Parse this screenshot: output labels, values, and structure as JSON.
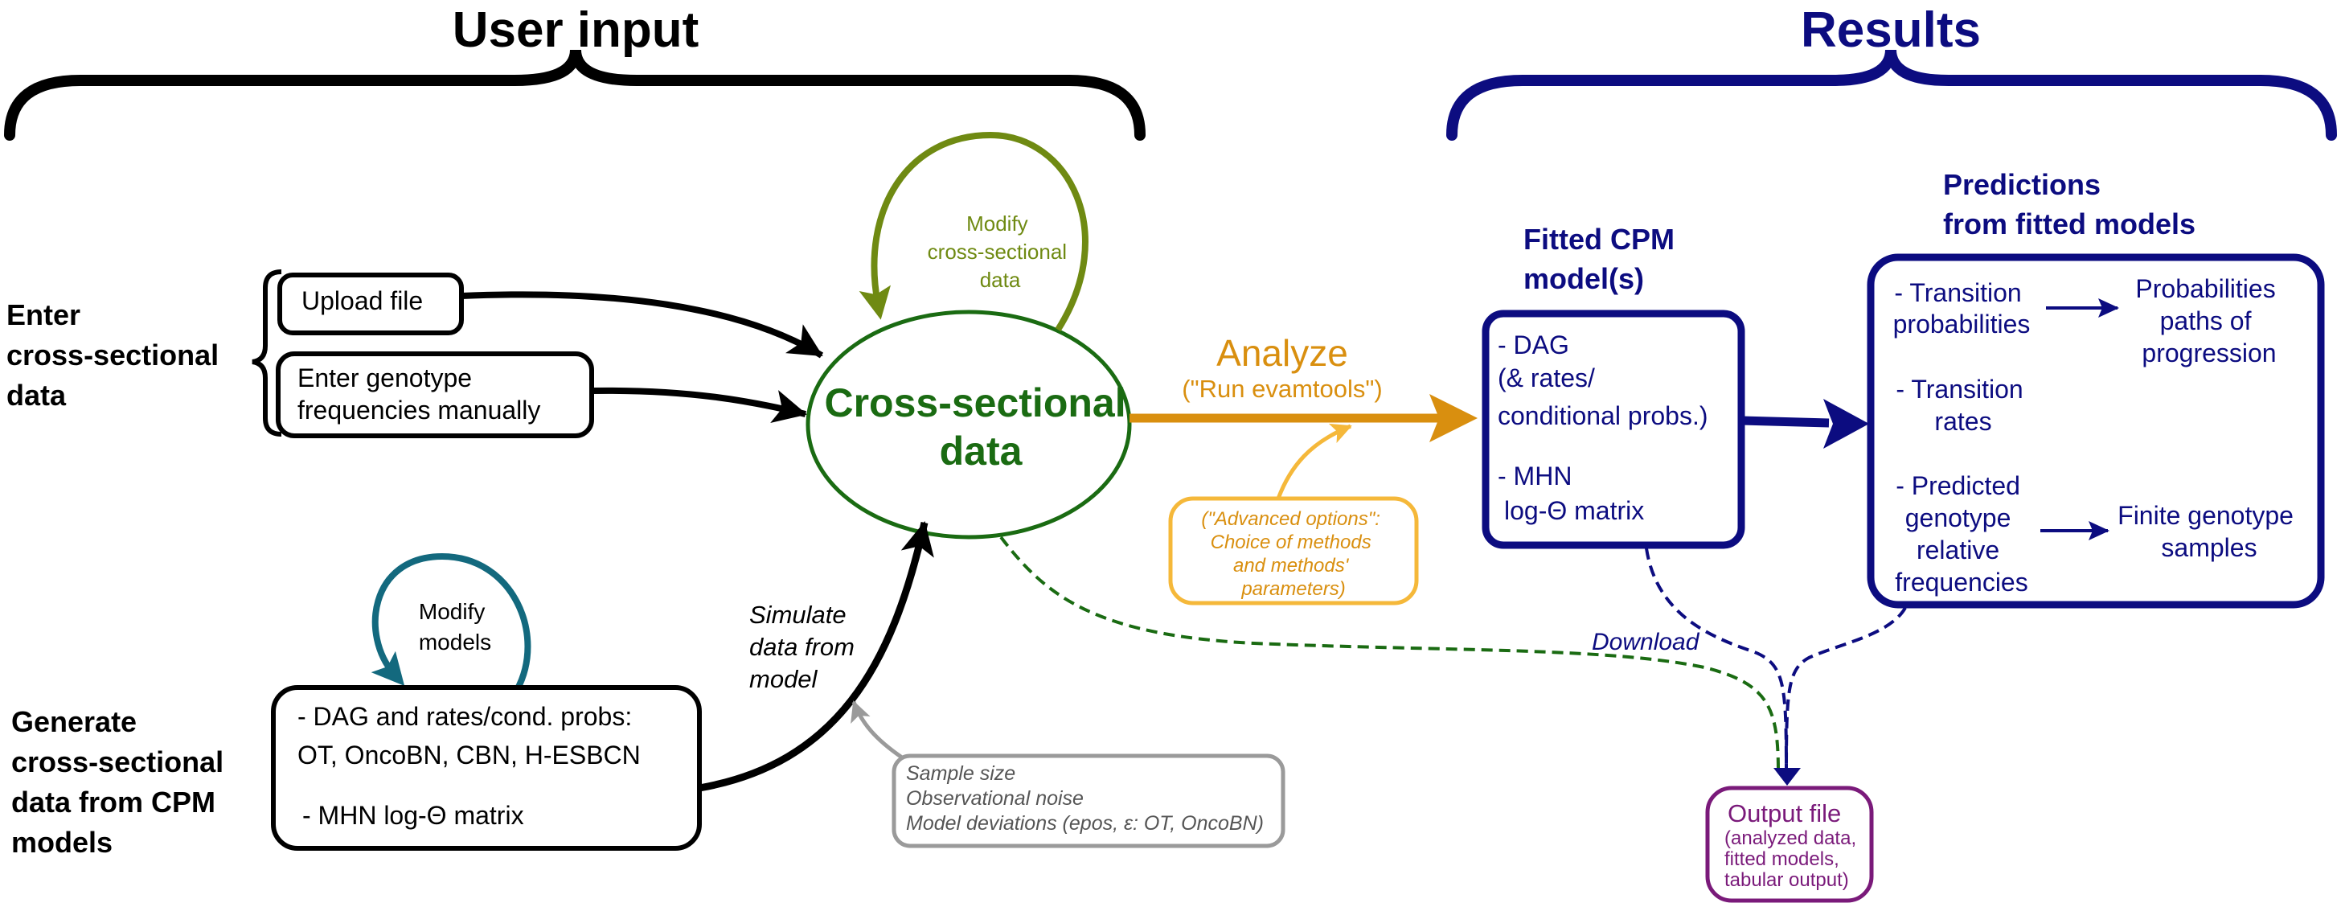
{
  "headings": {
    "user_input": "User input",
    "results": "Results"
  },
  "colors": {
    "black": "#000000",
    "green": "#1a6b12",
    "olive": "#6f8a12",
    "teal": "#13697e",
    "orange": "#d98f0f",
    "light_orange": "#f5b83a",
    "navy": "#0c0c80",
    "purple": "#7a1a7a",
    "grey": "#9a9a9a"
  },
  "left_labels": {
    "enter": [
      "Enter",
      "cross-sectional",
      "data"
    ],
    "generate": [
      "Generate",
      "cross-sectional",
      "data from CPM",
      "models"
    ]
  },
  "upload_box": "Upload file",
  "enter_box": [
    "Enter genotype",
    "frequencies manually"
  ],
  "models_box": {
    "line1": "- DAG and rates/cond. probs:",
    "line2": "OT, OncoBN, CBN, H-ESBCN",
    "line3": "- MHN log-Θ matrix"
  },
  "modify_models": [
    "Modify",
    "models"
  ],
  "modify_cross": [
    "Modify",
    "cross-sectional",
    "data"
  ],
  "center": [
    "Cross-sectional",
    "data"
  ],
  "simulate": [
    "Simulate",
    "data from",
    "model"
  ],
  "sample_box": [
    "Sample size",
    "Observational noise",
    "Model deviations (epos, ε: OT, OncoBN)"
  ],
  "analyze": {
    "title": "Analyze",
    "subtitle": "(\"Run evamtools\")"
  },
  "advanced_box": [
    "(\"Advanced options\":",
    "Choice of methods",
    "and methods'",
    "parameters)"
  ],
  "fitted_title": [
    "Fitted CPM",
    "model(s)"
  ],
  "fitted_box": [
    "- DAG",
    "(& rates/",
    "conditional probs.)",
    "- MHN",
    "log-Θ matrix"
  ],
  "predictions_title": [
    "Predictions",
    "from fitted models"
  ],
  "pred_items": {
    "trans_prob": [
      "- Transition",
      "probabilities"
    ],
    "trans_rates": [
      "- Transition",
      "rates"
    ],
    "predicted": [
      "- Predicted",
      "genotype",
      "relative",
      "frequencies"
    ],
    "prob_paths": [
      "Probabilities",
      "paths  of",
      "progression"
    ],
    "finite": [
      "Finite genotype",
      "samples"
    ]
  },
  "download": "Download",
  "output_box": {
    "title": "Output file",
    "lines": [
      "(analyzed data,",
      "fitted models,",
      "tabular output)"
    ]
  }
}
